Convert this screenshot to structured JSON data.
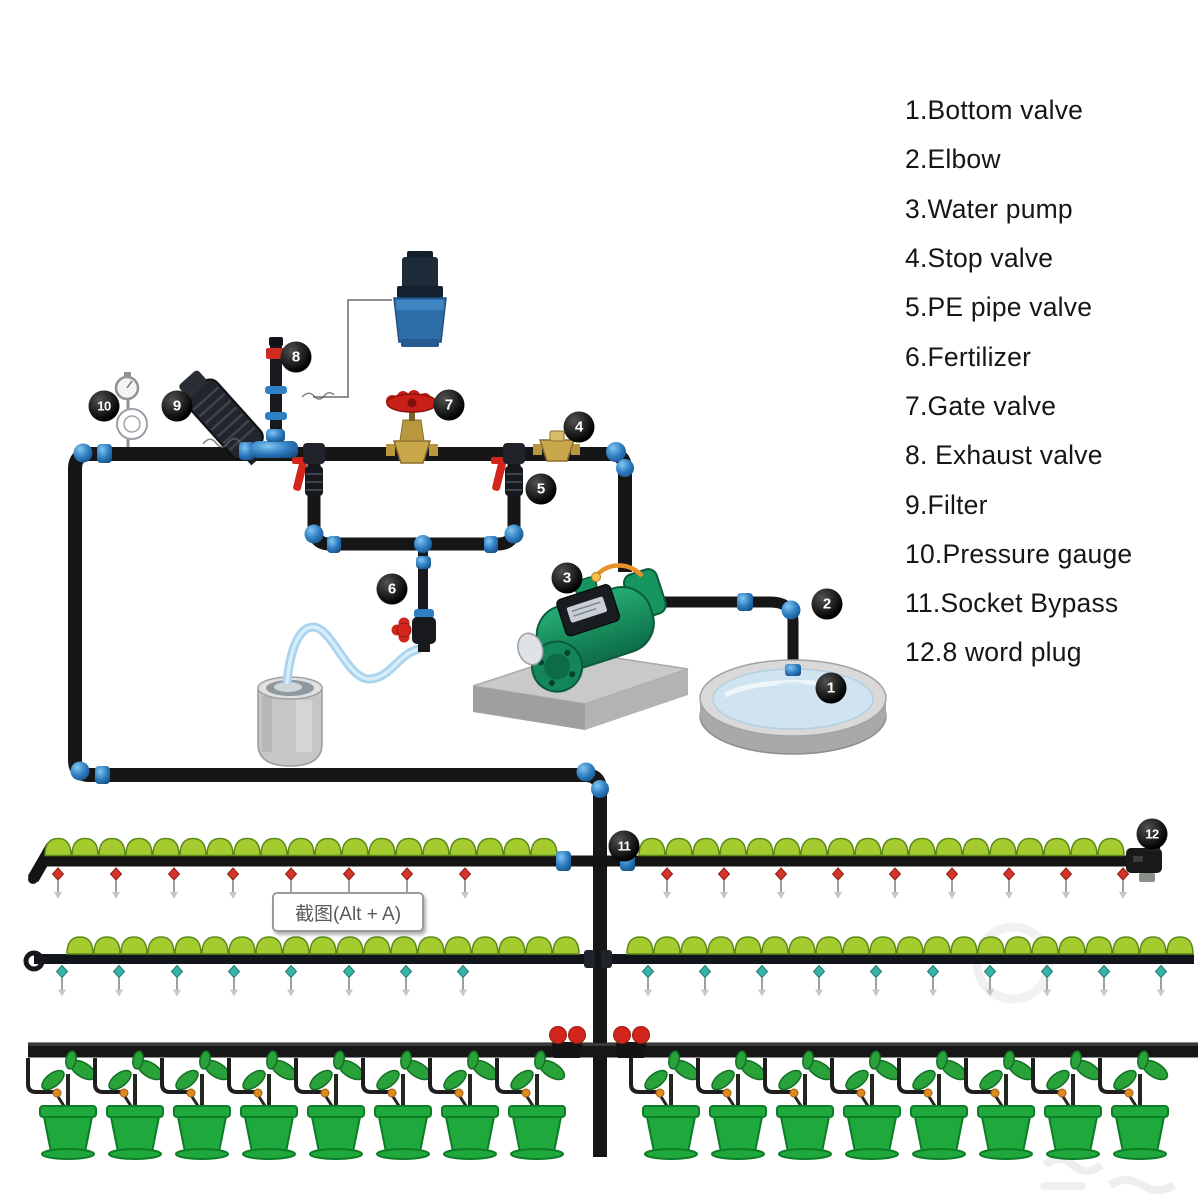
{
  "legend": {
    "items": [
      "1.Bottom valve",
      "2.Elbow",
      "3.Water pump",
      "4.Stop valve",
      "5.PE pipe valve",
      "6.Fertilizer",
      "7.Gate valve",
      "8. Exhaust valve",
      "9.Filter",
      "10.Pressure gauge",
      "11.Socket Bypass",
      "12.8 word plug"
    ]
  },
  "badges": [
    {
      "number": "1"
    },
    {
      "number": "2"
    },
    {
      "number": "3"
    },
    {
      "number": "4"
    },
    {
      "number": "5"
    },
    {
      "number": "6"
    },
    {
      "number": "7"
    },
    {
      "number": "8"
    },
    {
      "number": "9"
    },
    {
      "number": "10"
    },
    {
      "number": "11"
    },
    {
      "number": "12"
    }
  ],
  "tooltip": {
    "text": "截图(Alt + A)"
  },
  "colors": {
    "pipe_black": "#161616",
    "fitting_blue": "#2f7fc4",
    "emitter_green": "#a5cc2e",
    "emitter_outline": "#5d8a1c",
    "dripper_red": "#d5342a",
    "dripper_teal": "#38b3a8",
    "valve_red": "#d3251b",
    "brass": "#c9a84c",
    "pump_green": "#17955f",
    "pot_green": "#1fa83c",
    "pot_outline": "#0d7d28",
    "water_blue": "#cfe4f0",
    "suction_tube_blue": "#aed7ef",
    "tank_blue": "#2d6da8"
  }
}
